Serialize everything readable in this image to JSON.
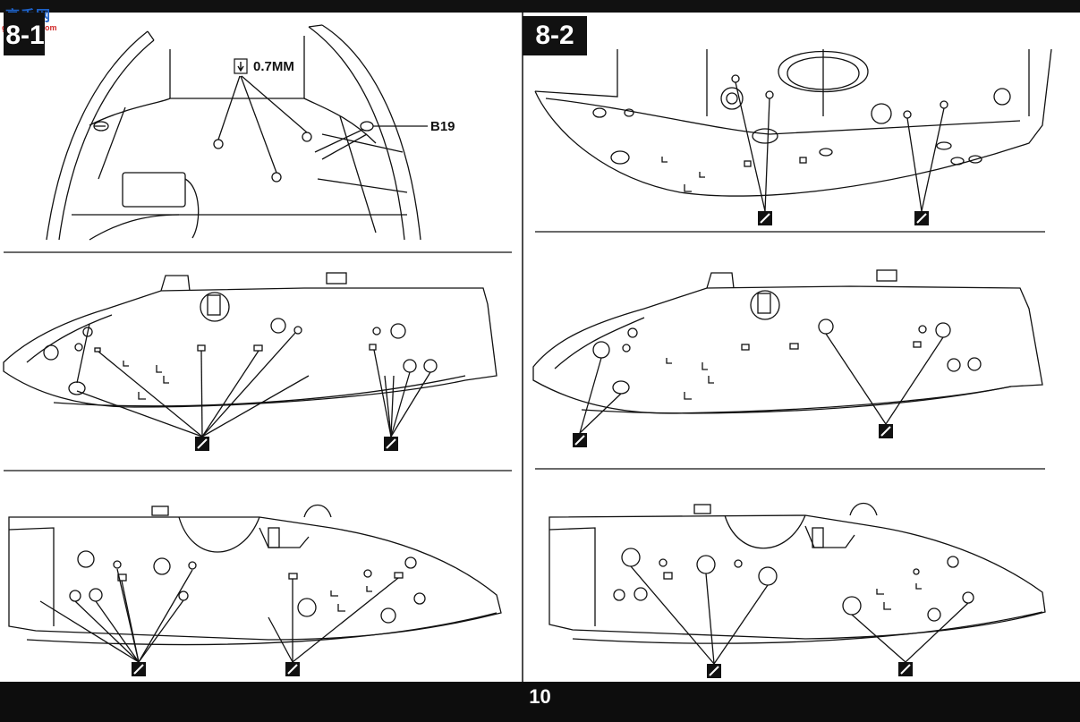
{
  "watermark": {
    "logo_text": "高手网",
    "site": "gao-shou.com"
  },
  "steps": {
    "left": "8-1",
    "right": "8-2"
  },
  "callouts": {
    "drill_size": "0.7MM",
    "part_number": "B19"
  },
  "footer": {
    "page_number": "10"
  },
  "icons": {
    "drill_icon": "drill-bit-icon",
    "hole_symbol": "drill-hole-icon"
  },
  "colors": {
    "ink": "#111111",
    "paper": "#ffffff",
    "logo_blue": "#1e62c8",
    "logo_red": "#d12a2a"
  }
}
